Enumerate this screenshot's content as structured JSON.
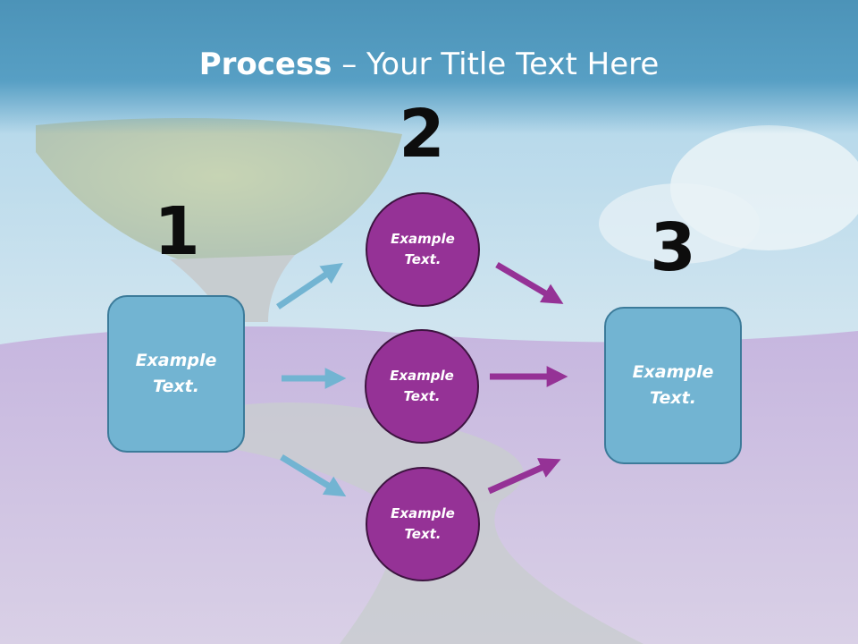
{
  "title": {
    "bold": "Process",
    "rest": " – Your Title Text Here"
  },
  "steps": {
    "one": "1",
    "two": "2",
    "three": "3"
  },
  "left_box": {
    "label": "Example\nText."
  },
  "right_box": {
    "label": "Example\nText."
  },
  "circles": [
    {
      "label": "Example\nText."
    },
    {
      "label": "Example\nText."
    },
    {
      "label": "Example\nText."
    }
  ],
  "colors": {
    "box": "#72b4d2",
    "circle": "#953296",
    "arrow_in": "#72b4d2",
    "arrow_out": "#953296"
  }
}
